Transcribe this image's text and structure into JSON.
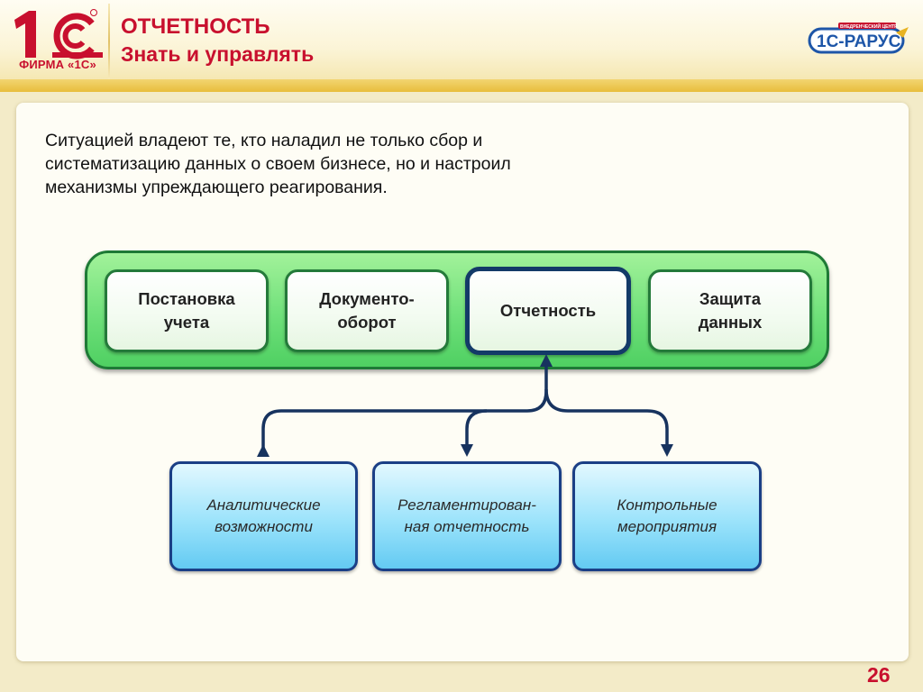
{
  "header": {
    "title": "ОТЧЕТНОСТЬ",
    "subtitle": "Знать и управлять",
    "firm_label": "ФИРМА «1С»",
    "firm_logo": "1C",
    "partner_logo": "1С-РАРУС",
    "partner_tagline": "ВНЕДРЕНЧЕСКИЙ ЦЕНТР"
  },
  "intro": {
    "lines": [
      "Ситуацией владеют те, кто наладил не только сбор и",
      "систематизацию данных о своем бизнесе, но и настроил",
      "механизмы упреждающего реагирования."
    ]
  },
  "diagram": {
    "top_boxes": [
      {
        "lines": [
          "Постановка",
          "учета"
        ]
      },
      {
        "lines": [
          "Документо-",
          "оборот"
        ]
      },
      {
        "lines": [
          "Отчетность"
        ],
        "highlighted": true
      },
      {
        "lines": [
          "Защита",
          "данных"
        ]
      }
    ],
    "bottom_boxes": [
      {
        "lines": [
          "Аналитические",
          "возможности"
        ]
      },
      {
        "lines": [
          "Регламентирован-",
          "ная отчетность"
        ]
      },
      {
        "lines": [
          "Контрольные",
          "мероприятия"
        ]
      }
    ]
  },
  "colors": {
    "brand_red": "#c8102e",
    "band_green": "#6fe07a",
    "highlight_border": "#133a68",
    "connector_blue": "#17335f",
    "bottom_box_blue": "#9be3fb"
  },
  "footer": {
    "page_number": "26"
  }
}
